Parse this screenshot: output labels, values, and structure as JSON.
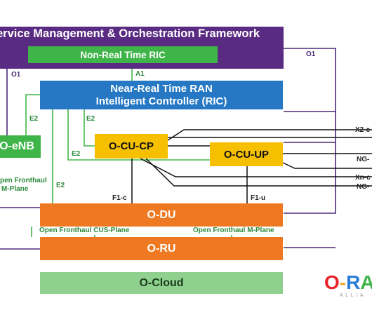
{
  "boxes": {
    "smo_title": "ervice Management & Orchestration Framework",
    "non_rt_ric": "Non-Real Time RIC",
    "near_rt_ric_line1": "Near-Real Time RAN",
    "near_rt_ric_line2": "Intelligent Controller (RIC)",
    "o_enb": "O-eNB",
    "o_cu_cp": "O-CU-CP",
    "o_cu_up": "O-CU-UP",
    "o_du": "O-DU",
    "o_ru": "O-RU",
    "o_cloud": "O-Cloud"
  },
  "interfaces": {
    "o1_left": "O1",
    "o1_right": "O1",
    "a1": "A1",
    "e2_enb": "E2",
    "e2_cucp": "E2",
    "e2_cuup": "E2",
    "e2_du": "E2",
    "f1_c": "F1-c",
    "f1_u": "F1-u",
    "fronthaul_left_1": "pen Fronthaul",
    "fronthaul_left_2": "M-Plane",
    "cus_plane": "Open Fronthaul CUS-Plane",
    "m_plane": "Open Fronthaul M-Plane"
  },
  "external": {
    "x2c": "X2-c",
    "ng1": "NG-",
    "xnc": "Xn-c",
    "ng2": "NG-"
  },
  "logo": {
    "o": "O",
    "dash": "-",
    "r": "R",
    "a": "A",
    "sub": "A L L I A"
  },
  "colors": {
    "smo": "#5a2b82",
    "green": "#3fb549",
    "ric_blue": "#2678c4",
    "cu_yellow": "#f6c000",
    "du_orange": "#ef7923",
    "cloud_green": "#8fd08f"
  }
}
